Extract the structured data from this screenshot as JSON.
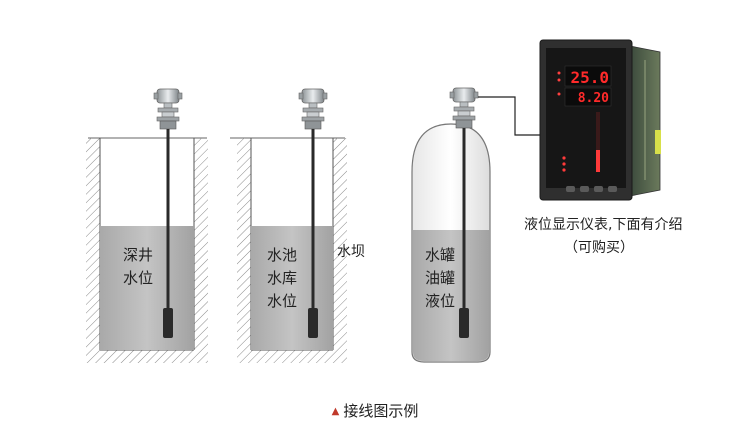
{
  "panels": {
    "deep_well": {
      "lines": [
        "深井",
        "水位"
      ]
    },
    "reservoir": {
      "lines": [
        "水池",
        "水库",
        "水位"
      ],
      "side_label": "水坝"
    },
    "tank": {
      "lines": [
        "水罐",
        "油罐",
        "液位"
      ]
    }
  },
  "meter": {
    "display_top": "25.0",
    "display_bottom": "8.20",
    "description": "液位显示仪表,下面有介绍",
    "note": "（可购买）"
  },
  "caption": "接线图示例",
  "colors": {
    "liquid": "#b5b5b5",
    "wall_hatch": "#888888",
    "probe": "#2a2a2a",
    "led_red": "#ff2a2a",
    "meter_body": "#2f2f2f"
  }
}
